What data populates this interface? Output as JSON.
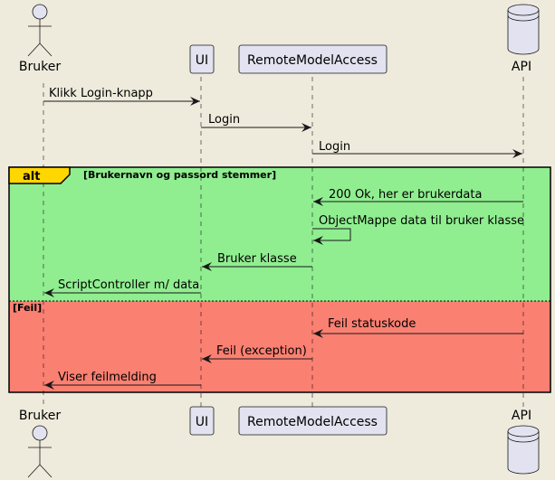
{
  "participants": {
    "bruker": "Bruker",
    "ui": "UI",
    "remote": "RemoteModelAccess",
    "api": "API"
  },
  "messages": [
    "Klikk Login-knapp",
    "Login",
    "Login",
    "200 Ok, her er brukerdata",
    "ObjectMappe data til bruker klasse",
    "Bruker klasse",
    "ScriptController m/ data",
    "Feil statuskode",
    "Feil (exception)",
    "Viser feilmelding"
  ],
  "fragment": {
    "keyword": "alt",
    "guard1": "[Brukernavn og passord stemmer]",
    "guard2": "[Feil]"
  },
  "colors": {
    "background": "#EEEBDC",
    "participant_fill": "#E2E2F0",
    "success_branch": "#90EE90",
    "error_branch": "#FA8072",
    "alt_tab": "#FFD700"
  }
}
